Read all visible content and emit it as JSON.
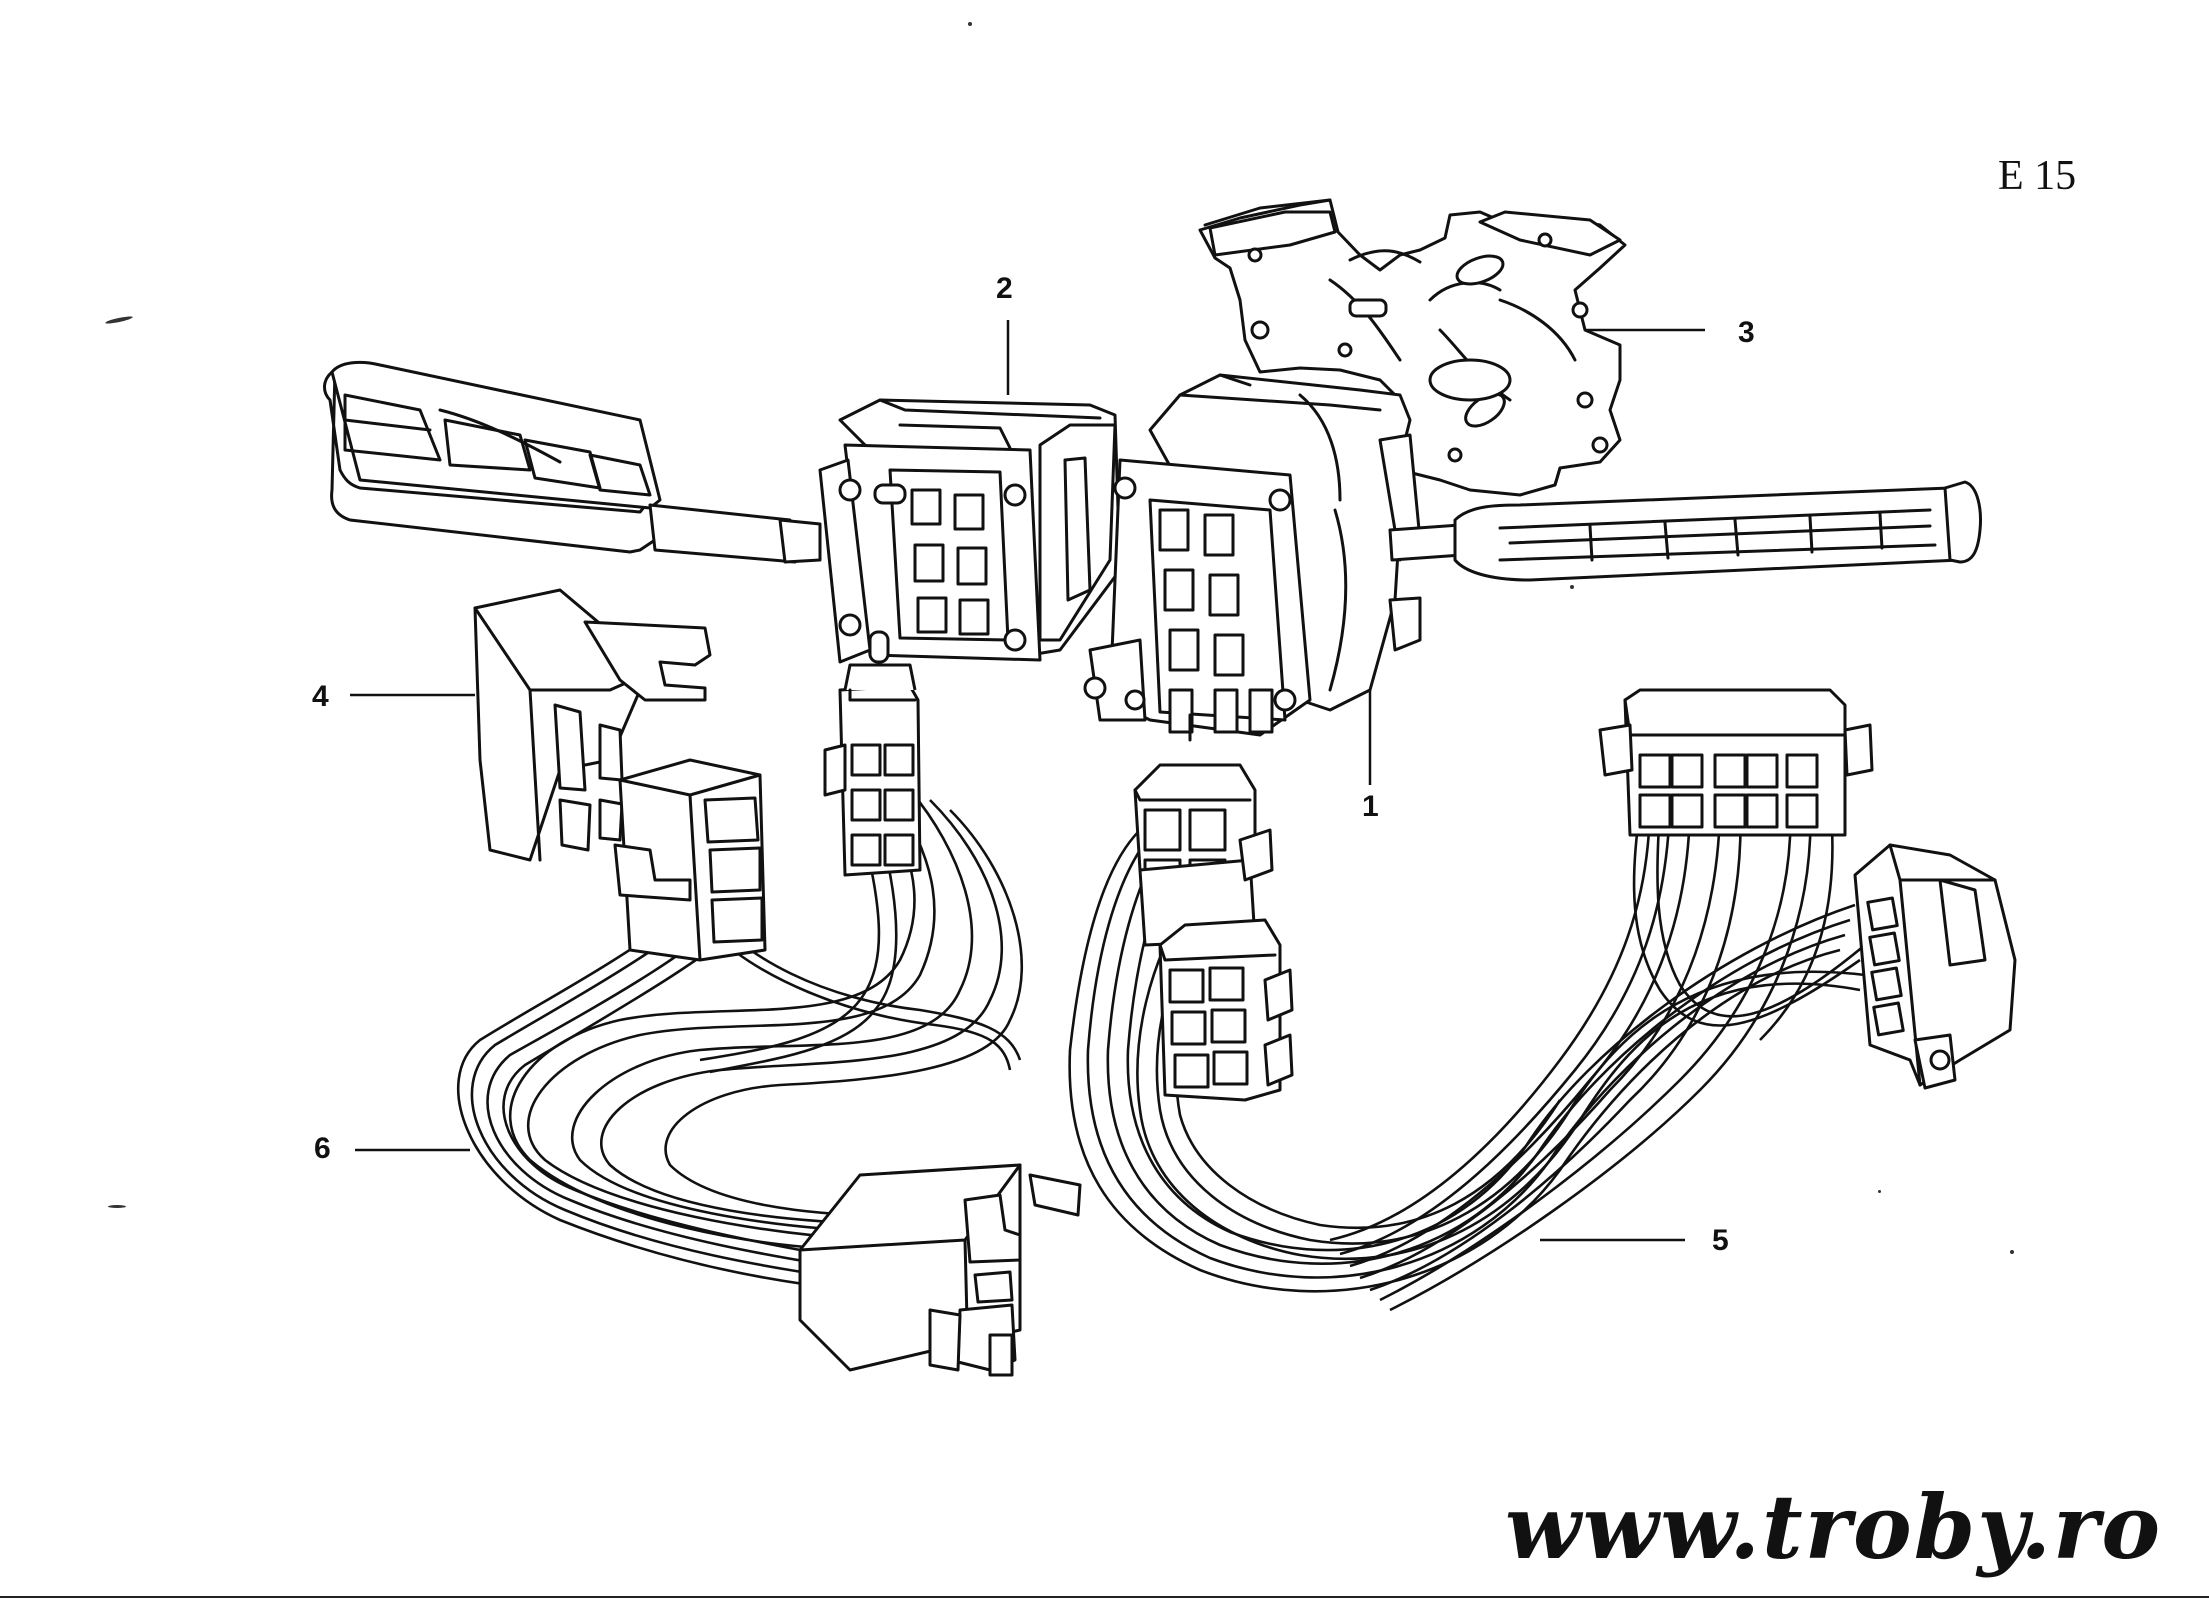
{
  "page_code": "E 15",
  "callouts": [
    {
      "id": "1",
      "label": "1"
    },
    {
      "id": "2",
      "label": "2"
    },
    {
      "id": "3",
      "label": "3"
    },
    {
      "id": "4",
      "label": "4"
    },
    {
      "id": "5",
      "label": "5"
    },
    {
      "id": "6",
      "label": "6"
    }
  ],
  "watermark": "www.troby.ro",
  "colors": {
    "ink": "#111111",
    "paper": "#ffffff"
  }
}
